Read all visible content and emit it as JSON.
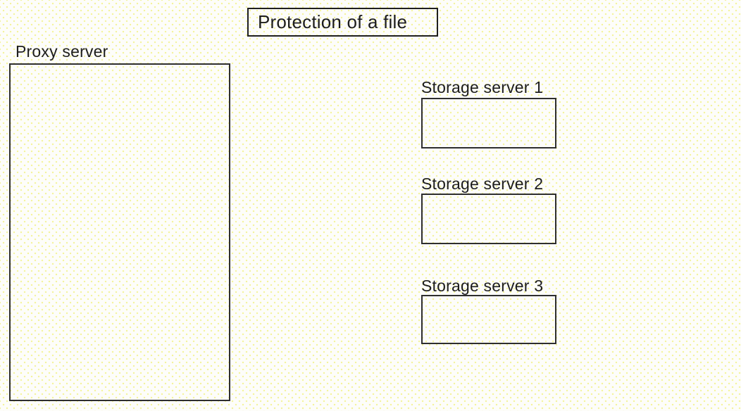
{
  "title_box": {
    "label": "Protection of a file"
  },
  "proxy": {
    "label": "Proxy server"
  },
  "storage_servers": [
    {
      "label": "Storage server 1"
    },
    {
      "label": "Storage server 2"
    },
    {
      "label": "Storage server 3"
    }
  ],
  "colors": {
    "background": "#fdfdfa",
    "dot_pattern": "#f4f49a",
    "shape_border": "#2e2e2e",
    "text": "#1d1d1d"
  }
}
